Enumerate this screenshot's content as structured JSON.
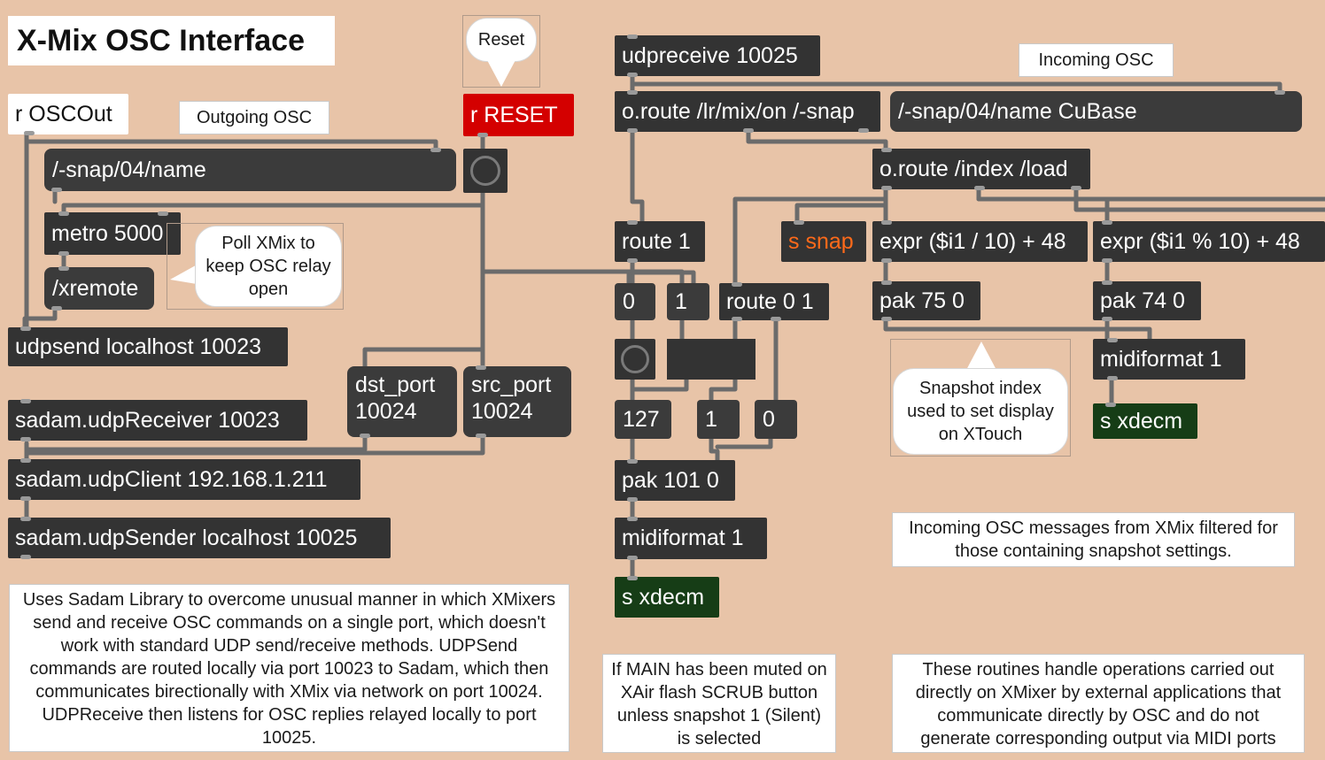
{
  "title": "X-Mix OSC Interface",
  "comments": {
    "outgoing": "Outgoing OSC",
    "incoming": "Incoming OSC",
    "sadam_info": "Uses Sadam Library to overcome unusual manner in which XMixers send and receive OSC commands on a single port, which doesn't work with standard UDP send/receive methods. UDPSend commands are routed locally via port 10023 to Sadam, which then communicates birectionally with XMix via network on port 10024. UDPReceive then listens for OSC replies relayed locally to port 10025.",
    "mute_info": "If MAIN has been muted on XAir flash SCRUB button unless snapshot 1 (Silent) is selected",
    "filter_info": "Incoming OSC messages from XMix filtered for those containing snapshot settings.",
    "external_info": "These routines handle operations carried out directly on XMixer by external applications that communicate directly by OSC and do not generate corresponding output via MIDI ports"
  },
  "bubbles": {
    "reset": "Reset",
    "poll": "Poll XMix to keep OSC relay open",
    "snapshot": "Snapshot index used to set display on XTouch"
  },
  "objects": {
    "r_oscout": "r OSCOut",
    "r_reset": "r RESET",
    "metro": "metro 5000",
    "udpsend": "udpsend localhost 10023",
    "udpreceiver": "sadam.udpReceiver 10023",
    "udpclient": "sadam.udpClient 192.168.1.211",
    "udpsender": "sadam.udpSender localhost 10025",
    "udpreceive": "udpreceive 10025",
    "oroute_snap": "o.route /lr/mix/on /-snap",
    "oroute_index": "o.route /index /load",
    "s_snap": "s snap",
    "expr_div": "expr ($i1 / 10) + 48",
    "expr_mod": "expr ($i1 % 10) + 48",
    "route1": "route 1",
    "route01": "route 0 1",
    "pak75": "pak 75 0",
    "pak74": "pak 74 0",
    "midiformat_a": "midiformat 1",
    "s_xdecm_a": "s xdecm",
    "pak101": "pak 101 0",
    "midiformat_b": "midiformat 1",
    "s_xdecm_b": "s xdecm"
  },
  "messages": {
    "snap_name": "/-snap/04/name",
    "xremote": "/xremote",
    "dst_port": "dst_port 10024",
    "src_port": "src_port 10024",
    "cubase": "/-snap/04/name CuBase",
    "msg_0": "0",
    "msg_1": "1",
    "msg_127": "127",
    "msg_1b": "1",
    "msg_0b": "0"
  },
  "colors": {
    "canvas": "#e8c4a8",
    "object": "#333333",
    "wire": "#6b6b6b",
    "reset": "#d40000",
    "send_green": "#163d16",
    "send_orange": "#ff6a1a"
  }
}
